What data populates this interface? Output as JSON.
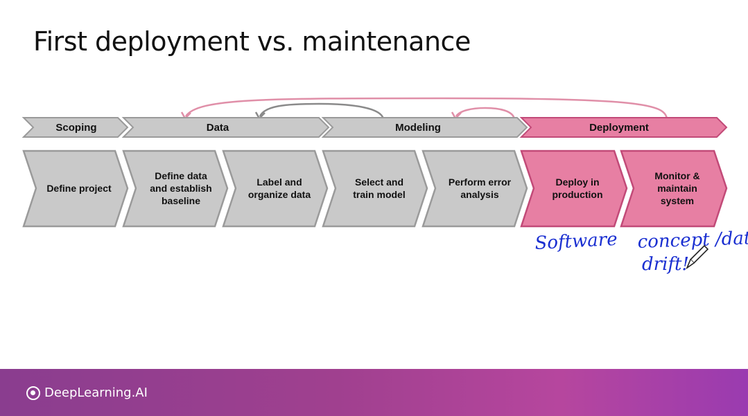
{
  "slide": {
    "title": "First deployment vs. maintenance"
  },
  "phases": [
    {
      "label": "Scoping",
      "color": "#c9c9c9"
    },
    {
      "label": "Data",
      "color": "#c9c9c9"
    },
    {
      "label": "Modeling",
      "color": "#c9c9c9"
    },
    {
      "label": "Deployment",
      "color": "#e77fa3"
    }
  ],
  "steps": [
    {
      "lines": [
        "Define project"
      ],
      "color": "#c9c9c9"
    },
    {
      "lines": [
        "Define data",
        "and establish",
        "baseline"
      ],
      "color": "#c9c9c9"
    },
    {
      "lines": [
        "Label and",
        "organize data"
      ],
      "color": "#c9c9c9"
    },
    {
      "lines": [
        "Select and",
        "train model"
      ],
      "color": "#c9c9c9"
    },
    {
      "lines": [
        "Perform error",
        "analysis"
      ],
      "color": "#c9c9c9"
    },
    {
      "lines": [
        "Deploy in",
        "production"
      ],
      "color": "#e77fa3"
    },
    {
      "lines": [
        "Monitor &",
        "maintain",
        "system"
      ],
      "color": "#e77fa3"
    }
  ],
  "annotations": {
    "software": "Software",
    "concept_data": "concept /data",
    "drift": "drift!"
  },
  "footer": {
    "brand": "DeepLearning.AI"
  },
  "colors": {
    "gray_fill": "#c9c9c9",
    "gray_stroke": "#9a9a9a",
    "pink_fill": "#e77fa3",
    "pink_stroke": "#c24a78",
    "arrow_gray": "#8a8a8a",
    "arrow_pink": "#e08fa8",
    "ink_blue": "#1a2fd1"
  }
}
